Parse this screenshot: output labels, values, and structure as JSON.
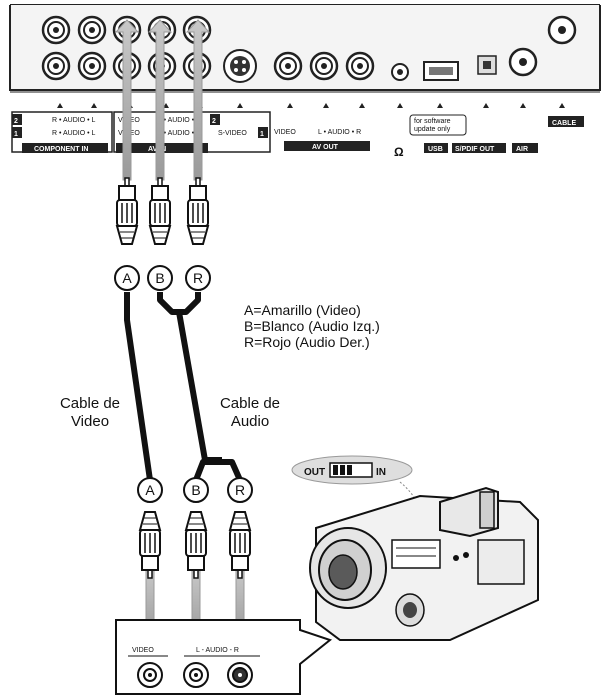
{
  "panel": {
    "component_in": {
      "row2": "R • AUDIO • L",
      "row1": "R • AUDIO • L",
      "title": "COMPONENT IN",
      "num2": "2",
      "num1": "1"
    },
    "av_in": {
      "video2": "VIDEO",
      "audio2": "L • AUDIO • R",
      "video1": "VIDEO",
      "audio1": "L • AUDIO • R",
      "svideo": "S-VIDEO",
      "title": "AV IN",
      "num2": "2",
      "num1": "1"
    },
    "av_out": {
      "video": "VIDEO",
      "audio": "L • AUDIO • R",
      "title": "AV OUT"
    },
    "headphone": "Ω",
    "software": "for software update only",
    "usb": "USB",
    "spdif": "S/PDIF OUT",
    "air": "AIR",
    "cable": "CABLE"
  },
  "plugs": {
    "a": "A",
    "b": "B",
    "r": "R"
  },
  "legend": [
    "A=Amarillo (Video)",
    "B=Blanco (Audio Izq.)",
    "R=Rojo (Audio Der.)"
  ],
  "cables": {
    "video": [
      "Cable de",
      "Video"
    ],
    "audio": [
      "Cable de",
      "Audio"
    ]
  },
  "camcorder": {
    "switch_out": "OUT",
    "switch_in": "IN",
    "video": "VIDEO",
    "audio": "L - AUDIO - R"
  }
}
